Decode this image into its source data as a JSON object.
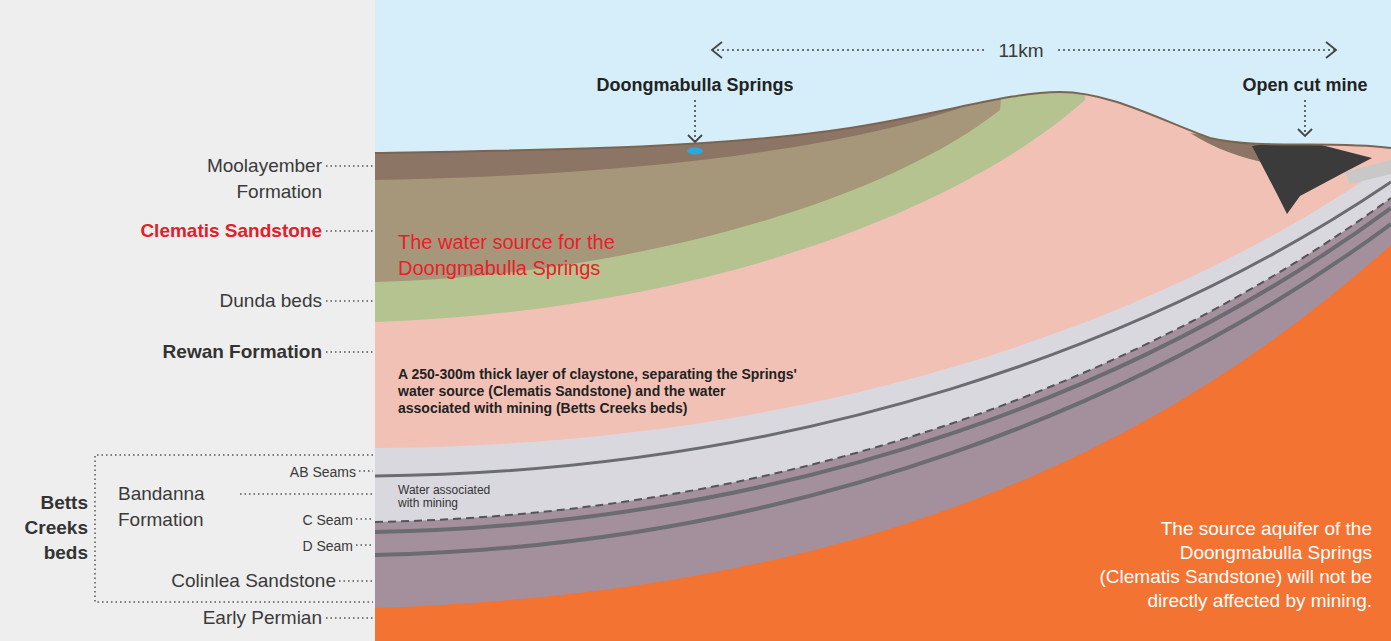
{
  "diagram": {
    "labels": [
      "11km",
      "Doongmabulla Springs",
      "Open cut mine",
      "Moolayember Formation",
      "Clematis Sandstone",
      "Dunda beds",
      "Rewan Formation",
      "AB Seams",
      "Bandanna Formation",
      "C Seam",
      "D Seam",
      "Betts Creeks beds",
      "Colinlea Sandstone",
      "Early Permian",
      "The water source for the Doongmabulla Springs",
      "A 250-300m thick layer of claystone, separating the Springs' water source (Clematis Sandstone) and the water associated with mining (Betts Creeks beds)",
      "Water associated with mining",
      "The source aquifer of the Doongmabulla Springs (Clematis Sandstone) will not be directly affected by mining."
    ]
  }
}
